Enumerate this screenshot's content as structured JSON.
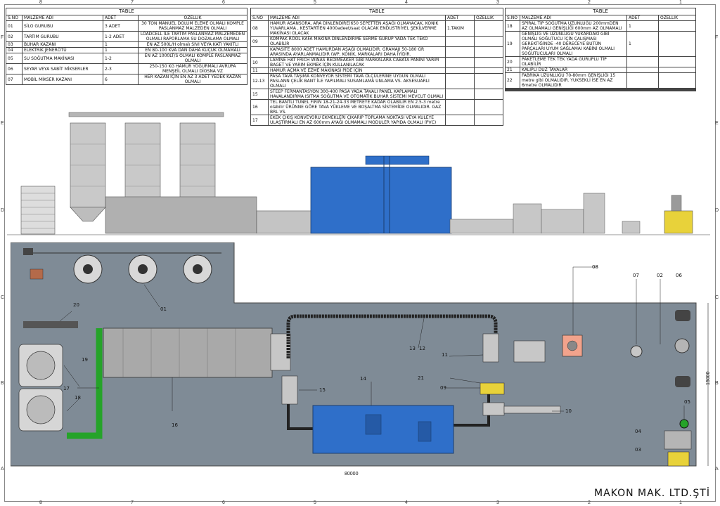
{
  "table_title": "TABLE",
  "headers": {
    "sno": "S.NO",
    "name": "MALZEME ADI",
    "qty": "ADET",
    "spec": "OZELLIK"
  },
  "table1": [
    {
      "sno": "01",
      "name": "SİLO GURUBU",
      "qty": "3 ADET",
      "spec": "30 TON MANUEL DOLUM ELEME OLMALI KOMPLE PASLANMAZ MALZEDEN OLMALI"
    },
    {
      "sno": "02",
      "name": "TARTIM GURUBU",
      "qty": "1-2 ADET",
      "spec": "LOADCELL İLE TARTIM PASLANMAZ MALZEMEDEN OLMALI RAPORLAMA SU DOZALAMA OLMALI"
    },
    {
      "sno": "03",
      "name": "BUHAR KAZANI",
      "qty": "1",
      "spec": "EN AZ 500L/H olmalı SIVI VEYA KATI YAKITLI"
    },
    {
      "sno": "04",
      "name": "ELEKTRİK JENERÖTÜ",
      "qty": "1",
      "spec": "EN 80-100 KVA DAN DAHA KUÇUK OLMAMALI"
    },
    {
      "sno": "05",
      "name": "SU SOĞUTMA MAKİNASI",
      "qty": "1-2",
      "spec": "EN AZ 1000LT/S OLMALI KOMPLE PASLANMAZ OLMALI"
    },
    {
      "sno": "06",
      "name": "SEYAR VEYA SABİT MİKSERLER",
      "qty": "2-3",
      "spec": "250-150 KG HAMUR YOĞURMALI AVRUPA MENŞEİL OLMALI DİOSNA VZ"
    },
    {
      "sno": "07",
      "name": "MOBİL MİKSER KAZANI",
      "qty": "6",
      "spec": "HER KAZAN İÇİN EN AZ 3 ADET YEDEK KAZAN OLMALI"
    }
  ],
  "table2": [
    {
      "sno": "08",
      "name": "HAMUR ASANSORA, ARA DİNLENDİRE(650 SEPETTEN AŞAĞI OLMAYACAK, KONİK YUVARLAMA , KESTARTİEN 4000adeet/saat OLACAK ENDUSTRİYEL ŞEKİLVERME MAKİNASI OLACAK",
      "qty": "1.TAKIM",
      "spec": ""
    },
    {
      "sno": "09",
      "name": "KOMPAK ROOL KAFA MAKİNA DİNLENDİRME SERME GURUP YADA TEK TEKO OLABİLİR",
      "qty": "",
      "spec": ""
    },
    {
      "sno": "",
      "name": "KAPASİTE 8000 ADET HAMURDAN AŞAĞI OLMALIDIR. GRAMAJI 50-180 GR ARASINDA AYARLANMALIDIR (WP, KONİK, MARKALARI DAHA İYİDİR.",
      "qty": "",
      "spec": ""
    },
    {
      "sno": "10",
      "name": "LAMİNE HAT FRICH WINAS REDİMEAKER GİBİ MARKALARA CABATA PANİNİ YARIM BAGET VE YARIM EKMEK İÇİN KULLANILACAK",
      "qty": "",
      "spec": ""
    },
    {
      "sno": "11",
      "name": "HAMUR AÇMA VE EZME MAKİNASI PİDE İÇİN",
      "qty": "",
      "spec": ""
    },
    {
      "sno": "12-13",
      "name": "PASA TAVA TAŞIMA KONVEYOR SİSTEMİ TAVA ÖLÇÜLERİNE UYGUN OLMALI PASLANN ÇELİK BANT İLE YAPILMALI SUSAMLAMA UNLAMA VS. AKSESUARLI OLMALI",
      "qty": "",
      "spec": ""
    },
    {
      "sno": "15",
      "name": "STEEP FERMANTASYON 300-400 PASA YADA TAVALI PANEL KAPLAMALI HAVALANDIRMA ISITMA SOĞUTMA VE OTOMATİK BUHAR SİSTEMİ MEVCUT OLMALI",
      "qty": "",
      "spec": ""
    },
    {
      "sno": "16",
      "name": "TEL BANTLI TUNEL FIRIN 18-21-24-33 METREYE KADAR OLABİLİR EN 2.5-3 metre olabilir ÜRÜNNE GÖRE TAVA YÜKLEME VE BOŞALTMA SİSTEMİDE OLMALIDIR. GAZ BRL VS.",
      "qty": "",
      "spec": ""
    },
    {
      "sno": "17",
      "name": "EKEK ÇIKIŞ KONVEYORU EKMEKLERİ ÇIKARIP TOPLAMA NOKTASI VEYA KULEYE ULAŞTIRMALI EN AZ 600mm AYAĞI OLMAMALI MODULER YAPIDA OLMALI (PVC)",
      "qty": "",
      "spec": ""
    }
  ],
  "table3": [
    {
      "sno": "18",
      "name": "SPİRAL TİP SOĞUTMA UZUNLUĞU 200mmDEN AZ OLMAMALI GENİŞLİĞİ 600mm AZ OLMAMALI",
      "qty": "1",
      "spec": ""
    },
    {
      "sno": "19",
      "name": "GENİŞLİG VE UZUNLUGU YUKARDAKİ GİBİ OLMALI SOĞUTUCU İÇİN ÇALIŞMASI GEREKTİĞİNDE -40 DERECEYE BUTÜN PARÇALARI UYUM SAĞLAMAI KABİNİ OLMALI SOĞUTUCULARI OLMALI",
      "qty": "1",
      "spec": ""
    },
    {
      "sno": "20",
      "name": "PAKETLEME TEK TEK YADA GURUPLU TİP OLABİLİR",
      "qty": "",
      "spec": ""
    },
    {
      "sno": "21",
      "name": "KALIPLI DUZ TAVALAR",
      "qty": "",
      "spec": ""
    },
    {
      "sno": "22",
      "name": "FABRİKA UZUNLUĞU 70-80mm GENİŞLİĞİ 15 metre gibi OLMALIDIR. YUKSEKLİ İSE EN AZ 6metre OLMALIDIR",
      "qty": "",
      "spec": ""
    },
    {
      "sno": "",
      "name": "",
      "qty": "",
      "spec": ""
    },
    {
      "sno": "",
      "name": "",
      "qty": "",
      "spec": ""
    },
    {
      "sno": "",
      "name": "",
      "qty": "",
      "spec": ""
    },
    {
      "sno": "",
      "name": "",
      "qty": "",
      "spec": ""
    }
  ],
  "grid_cols": [
    "8",
    "7",
    "6",
    "5",
    "4",
    "3",
    "2",
    "1"
  ],
  "grid_rows": [
    "F",
    "E",
    "D",
    "C",
    "B",
    "A"
  ],
  "plan_labels": [
    "01",
    "02",
    "03",
    "04",
    "05",
    "06",
    "07",
    "08",
    "09",
    "10",
    "11",
    "12",
    "13",
    "14",
    "15",
    "16",
    "17",
    "18",
    "19",
    "20",
    "21"
  ],
  "dim_length": "80000",
  "dim_width": "15000",
  "company": "MAKON MAK. LTD.ŞTİ",
  "colors": {
    "floor": "#7f8b96",
    "oven_blue": "#2f6fc9",
    "green_conveyor": "#25a329",
    "yellow": "#e8d23a",
    "salmon": "#f2a38c"
  }
}
